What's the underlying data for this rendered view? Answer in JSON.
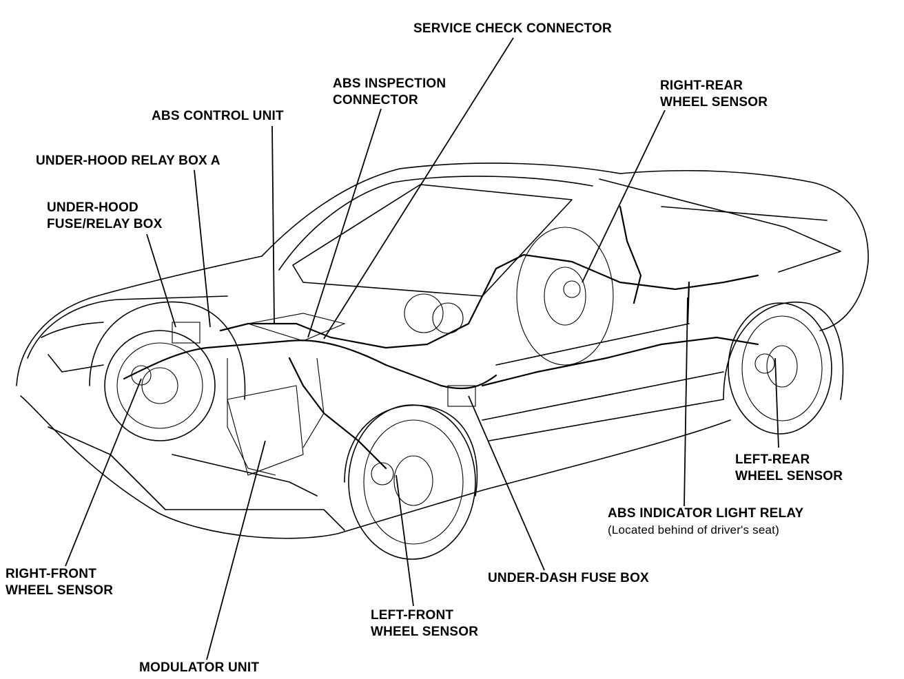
{
  "labels": {
    "service_check_connector": "SERVICE CHECK CONNECTOR",
    "abs_inspection_connector": [
      "ABS INSPECTION",
      "CONNECTOR"
    ],
    "abs_control_unit": "ABS CONTROL UNIT",
    "under_hood_relay_box_a": "UNDER-HOOD RELAY BOX A",
    "under_hood_fuse_relay_box": [
      "UNDER-HOOD",
      "FUSE/RELAY BOX"
    ],
    "right_rear_wheel_sensor": [
      "RIGHT-REAR",
      "WHEEL SENSOR"
    ],
    "left_rear_wheel_sensor": [
      "LEFT-REAR",
      "WHEEL SENSOR"
    ],
    "abs_indicator_light_relay": "ABS INDICATOR LIGHT RELAY",
    "abs_indicator_light_relay_note": "(Located behind of driver's seat)",
    "under_dash_fuse_box": "UNDER-DASH FUSE BOX",
    "left_front_wheel_sensor": [
      "LEFT-FRONT",
      "WHEEL SENSOR"
    ],
    "right_front_wheel_sensor": [
      "RIGHT-FRONT",
      "WHEEL SENSOR"
    ],
    "modulator_unit": "MODULATOR UNIT"
  }
}
